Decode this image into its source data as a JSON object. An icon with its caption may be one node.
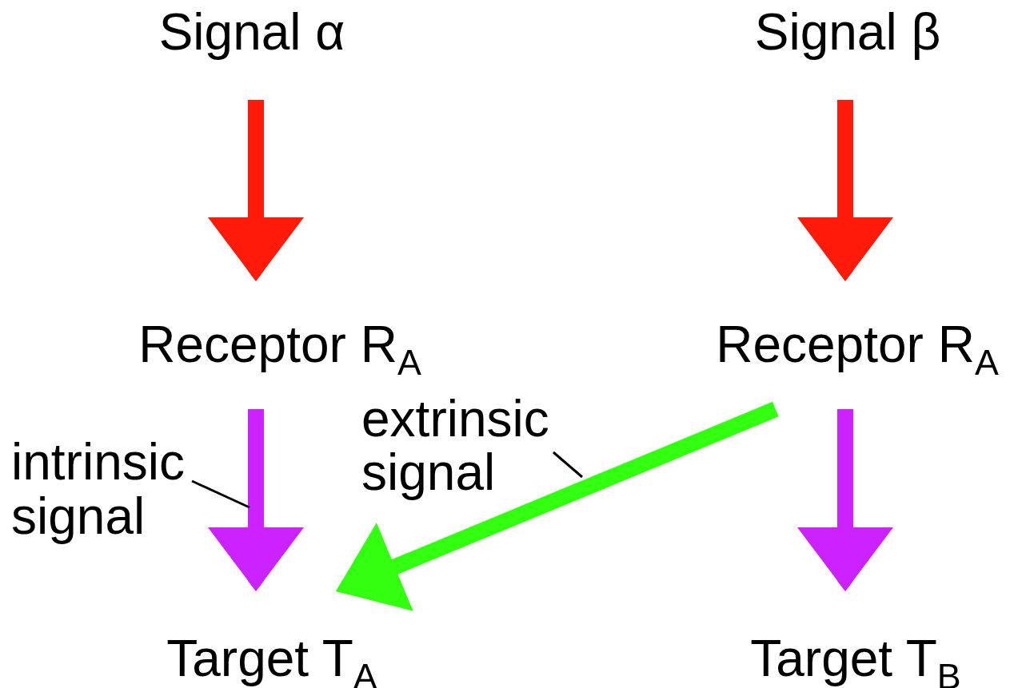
{
  "diagram": {
    "nodes": [
      {
        "text": [
          "Signal α"
        ]
      },
      {
        "text": [
          "Signal β"
        ]
      },
      {
        "text": [
          "Receptor R$_{A}$"
        ]
      },
      {
        "text": [
          "Receptor R$_{A}$"
        ]
      },
      {
        "text": [
          "Target T$_{A}$"
        ]
      },
      {
        "text": [
          "Target T$_{B}$"
        ]
      },
      {
        "text": [
          "intrinsic signal"
        ]
      },
      {
        "text": [
          "extrinsic signal"
        ]
      }
    ],
    "edges": [
      {
        "from": 0,
        "to": 2,
        "arrow": "to",
        "color": "#ff1a0a"
      },
      {
        "from": 1,
        "to": 3,
        "arrow": "to",
        "color": "#ff1a0a"
      },
      {
        "from": 2,
        "to": 4,
        "arrow": "to",
        "color": "#cc22ff"
      },
      {
        "from": 3,
        "to": 5,
        "arrow": "to",
        "color": "#cc22ff"
      },
      {
        "from": 3,
        "to": 4,
        "arrow": "to",
        "color": "#33ff11"
      },
      {
        "from": 6,
        "to": null,
        "arrow": "none",
        "color": "#000000"
      },
      {
        "from": 7,
        "to": null,
        "arrow": "none",
        "color": "#000000"
      }
    ]
  }
}
